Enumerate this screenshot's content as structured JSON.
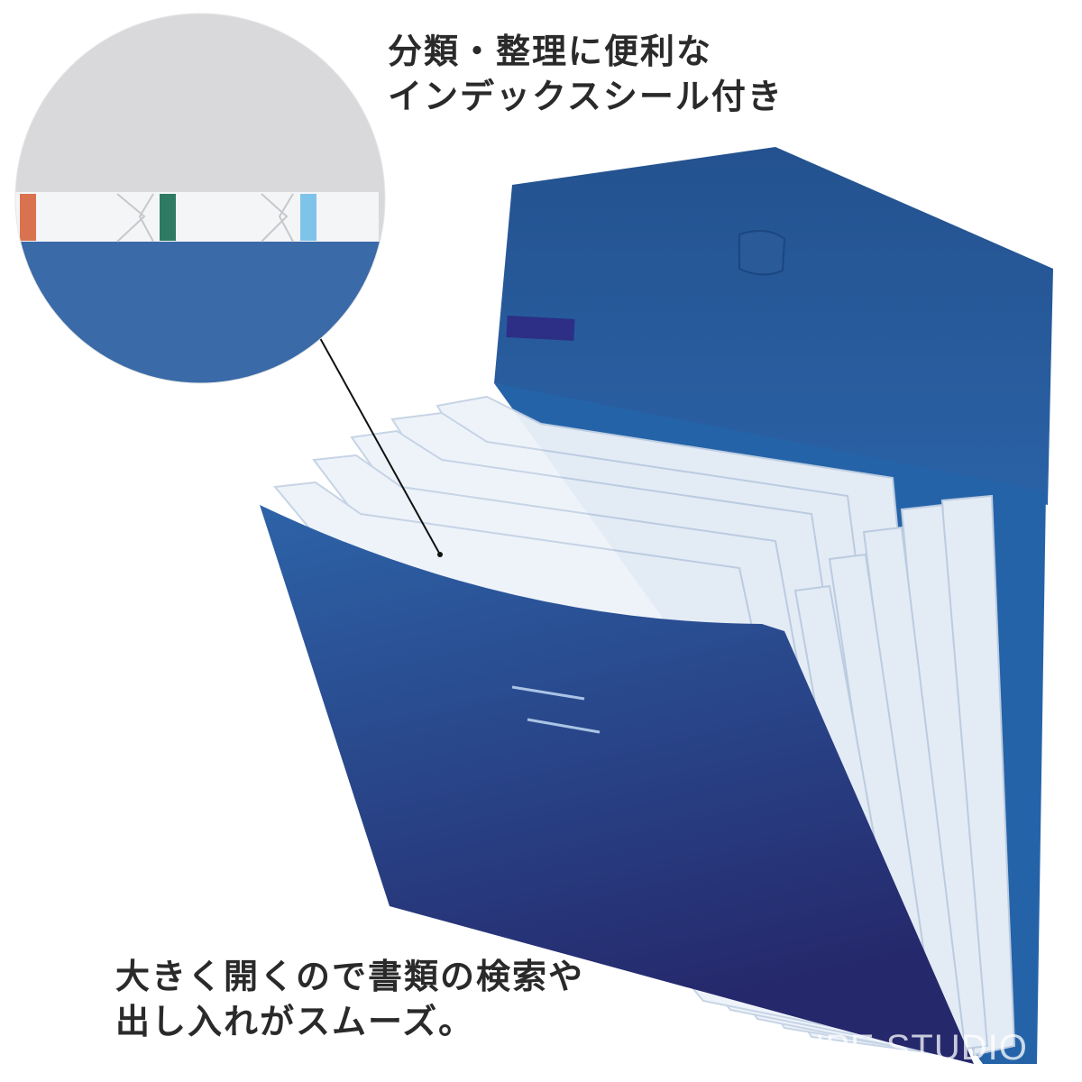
{
  "captions": {
    "top": [
      "分類・整理に便利な",
      "インデックスシール付き"
    ],
    "bottom": [
      "大きく開くので書類の検索や",
      "出し入れがスムーズ。"
    ]
  },
  "watermark": "LOUPE STUDIO",
  "colors": {
    "folder_blue": "#2a5aa0",
    "folder_dark": "#262a6e",
    "index_seal_colors": [
      "#d9734f",
      "#2e7a63",
      "#7ec3ea"
    ]
  }
}
